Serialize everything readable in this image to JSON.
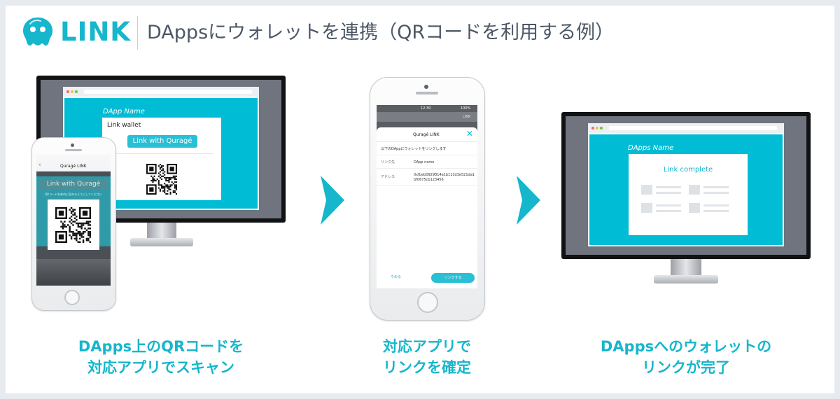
{
  "header": {
    "logo_text": "LINK",
    "title": "DAppsにウォレットを連携（QRコードを利用する例）"
  },
  "step1": {
    "caption_line1": "DApps上のQRコードを",
    "caption_line2": "対応アプリでスキャン",
    "monitor": {
      "dapp_name": "DApp Name",
      "card_title": "Link wallet",
      "button_label": "Link with Quragé"
    },
    "phone": {
      "nav_title": "Quragé LINK",
      "button_label": "Link with Quragé",
      "instruction": "QRコードを枠内に収めるようにしてください"
    }
  },
  "step2": {
    "caption_line1": "対応アプリで",
    "caption_line2": "リンクを確定",
    "phone": {
      "status_time": "12:30",
      "status_battery": "100%",
      "dialog_title": "Quragé LINK",
      "message": "以下のDAppにウォレットをリンクします",
      "row1_label": "リンク先",
      "row1_value": "DApp name",
      "row2_label": "アドレス",
      "row2_value_line1": "0xfbeb0929814a1b113d3e521da1",
      "row2_value_line2": "bf0675cb123456",
      "cancel_label": "やめる",
      "confirm_label": "リンクする",
      "bg_app_label": "LINK"
    }
  },
  "step3": {
    "caption_line1": "DAppsへのウォレットの",
    "caption_line2": "リンクが完了",
    "monitor": {
      "dapp_name": "DApps Name",
      "card_title": "Link complete"
    }
  },
  "colors": {
    "accent": "#16b6cc",
    "dapp_cyan": "#00bcd4",
    "title_gray": "#4c5766"
  }
}
